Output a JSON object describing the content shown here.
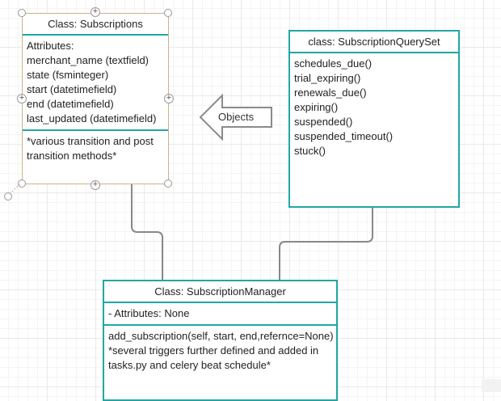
{
  "subscriptions_class": {
    "title": "Class: Subscriptions",
    "attributes": [
      "Attributes:",
      "merchant_name (textfield)",
      "state (fsminteger)",
      "start (datetimefield)",
      "end (datetimefield)",
      "last_updated (datetimefield)"
    ],
    "methods": [
      "*various transition and post",
      "transition methods*"
    ]
  },
  "queryset_class": {
    "title": "class: SubscriptionQuerySet",
    "methods": [
      "schedules_due()",
      "trial_expiring()",
      "renewals_due()",
      "expiring()",
      "suspended()",
      "suspended_timeout()",
      "stuck()"
    ]
  },
  "manager_class": {
    "title": "Class: SubscriptionManager",
    "attributes": "-  Attributes: None",
    "methods": [
      "add_subscription(self, start, end,refernce=None)",
      "*several triggers further defined and added in",
      "tasks.py and celery beat schedule*"
    ]
  },
  "arrow": {
    "label": "Objects"
  },
  "colors": {
    "class_border": "#22a6a6",
    "selected_border": "#c8b38a",
    "connector": "#888888"
  }
}
